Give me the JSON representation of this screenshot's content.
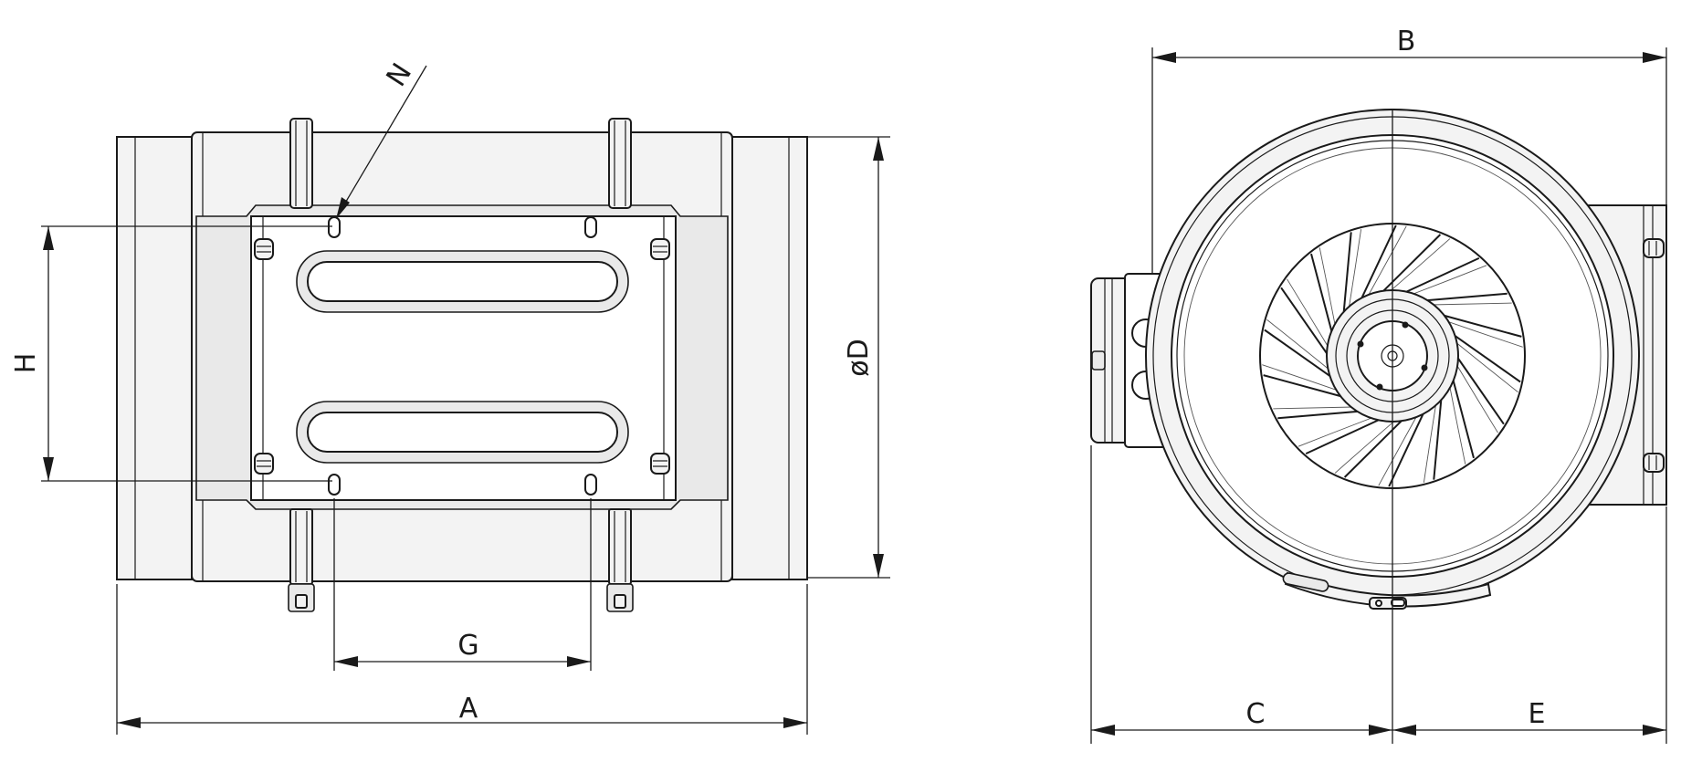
{
  "dimensions": {
    "A": "A",
    "B": "B",
    "C": "C",
    "D": "øD",
    "E": "E",
    "G": "G",
    "H": "H",
    "N": "N"
  },
  "views": {
    "side": {
      "blade_count": 0
    },
    "front": {
      "blade_count": 18
    }
  }
}
